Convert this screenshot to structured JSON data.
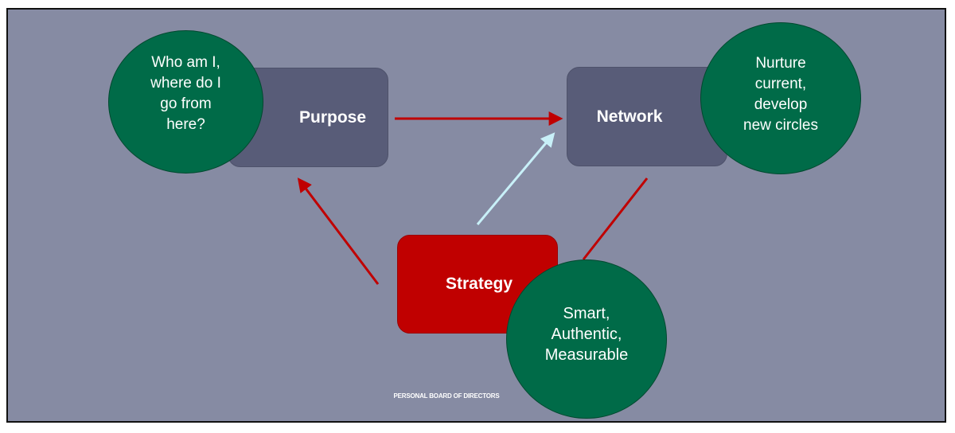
{
  "nodes": {
    "purpose": "Purpose",
    "network": "Network",
    "strategy": "Strategy"
  },
  "circles": {
    "purpose_question": "Who am I,\nwhere do I\ngo from\nhere?",
    "network_action": "Nurture\ncurrent,\ndevelop\nnew circles",
    "strategy_qualities": "Smart,\nAuthentic,\nMeasurable"
  },
  "footer": "PERSONAL BOARD OF DIRECTORS",
  "colors": {
    "background": "#868ba3",
    "box": "#585c78",
    "strategy_box": "#c00000",
    "circle": "#006b48",
    "arrow_red": "#c00000",
    "arrow_light": "#c8f0f8"
  }
}
